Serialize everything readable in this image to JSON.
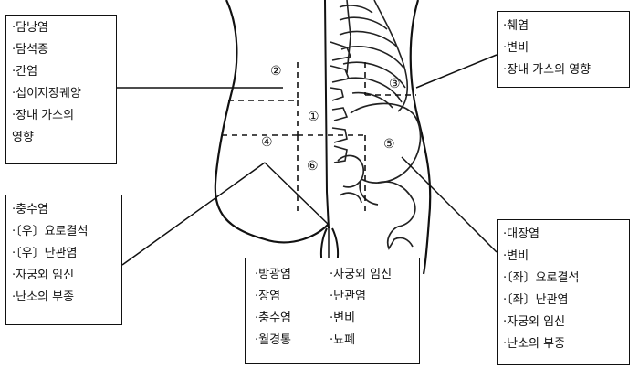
{
  "regions": {
    "r1": "①",
    "r2": "②",
    "r3": "③",
    "r4": "④",
    "r5": "⑤",
    "r6": "⑥"
  },
  "box_upper_left": {
    "items": [
      "·담낭염",
      "·담석증",
      "·간염",
      "·십이지장궤양",
      "·장내 가스의",
      "영향"
    ]
  },
  "box_upper_right": {
    "items": [
      "·췌염",
      "·변비",
      "·장내 가스의 영향"
    ]
  },
  "box_mid_left": {
    "items": [
      "·충수염",
      "·〔우〕요로결석",
      "·〔우〕난관염",
      "·자궁외 임신",
      "·난소의 부종"
    ]
  },
  "box_lower_right": {
    "items": [
      "·대장염",
      "·변비",
      "·〔좌〕요로결석",
      "·〔좌〕난관염",
      "·자궁외 임신",
      "·난소의 부종"
    ]
  },
  "box_bottom_center": {
    "col1": [
      "·방광염",
      "·장염",
      "·충수염",
      "·월경통"
    ],
    "col2": [
      "·자궁외 임신",
      "·난관염",
      "·변비",
      "·뇨폐"
    ]
  }
}
